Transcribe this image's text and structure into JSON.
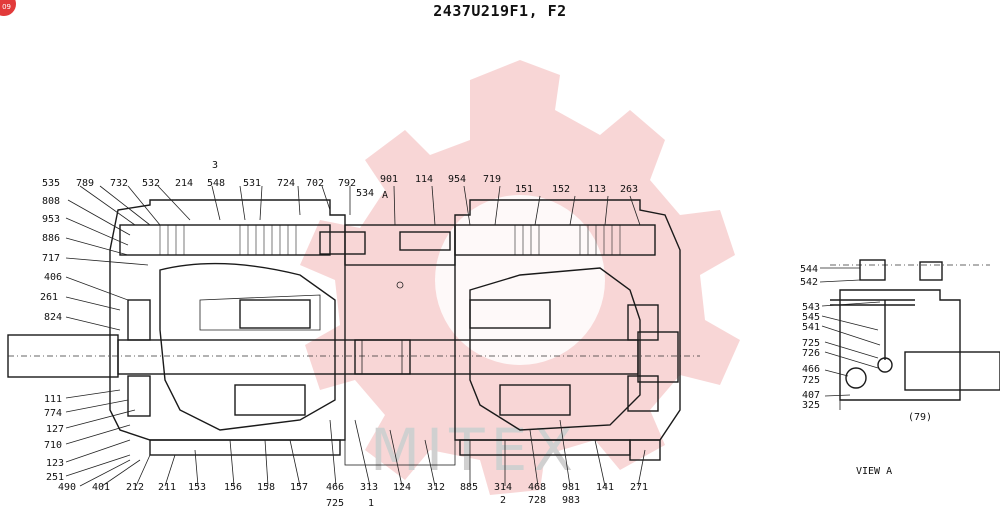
{
  "title": "2437U219F1, F2",
  "badge": "09",
  "watermark": "MITEX",
  "labels_top": [
    "535",
    "789",
    "732",
    "532",
    "214",
    "548",
    "531",
    "724",
    "702",
    "792",
    "534",
    "901",
    "114",
    "954",
    "719",
    "151",
    "152",
    "113",
    "263"
  ],
  "label_3": "3",
  "label_A": "A",
  "labels_left": [
    "808",
    "953",
    "886",
    "717",
    "406",
    "261",
    "824",
    "111",
    "774",
    "127",
    "710",
    "123",
    "251"
  ],
  "labels_bottom": [
    "490",
    "401",
    "212",
    "211",
    "153",
    "156",
    "158",
    "157",
    "466",
    "313",
    "124",
    "312",
    "885",
    "314",
    "468",
    "981",
    "141",
    "271"
  ],
  "labels_bottom2": [
    "725",
    "1",
    "2",
    "728",
    "983"
  ],
  "view_labels": [
    "544",
    "542",
    "543",
    "545",
    "541",
    "725",
    "726",
    "466",
    "725",
    "407",
    "325"
  ],
  "view_note": "(79)",
  "view_title": "VIEW  A"
}
